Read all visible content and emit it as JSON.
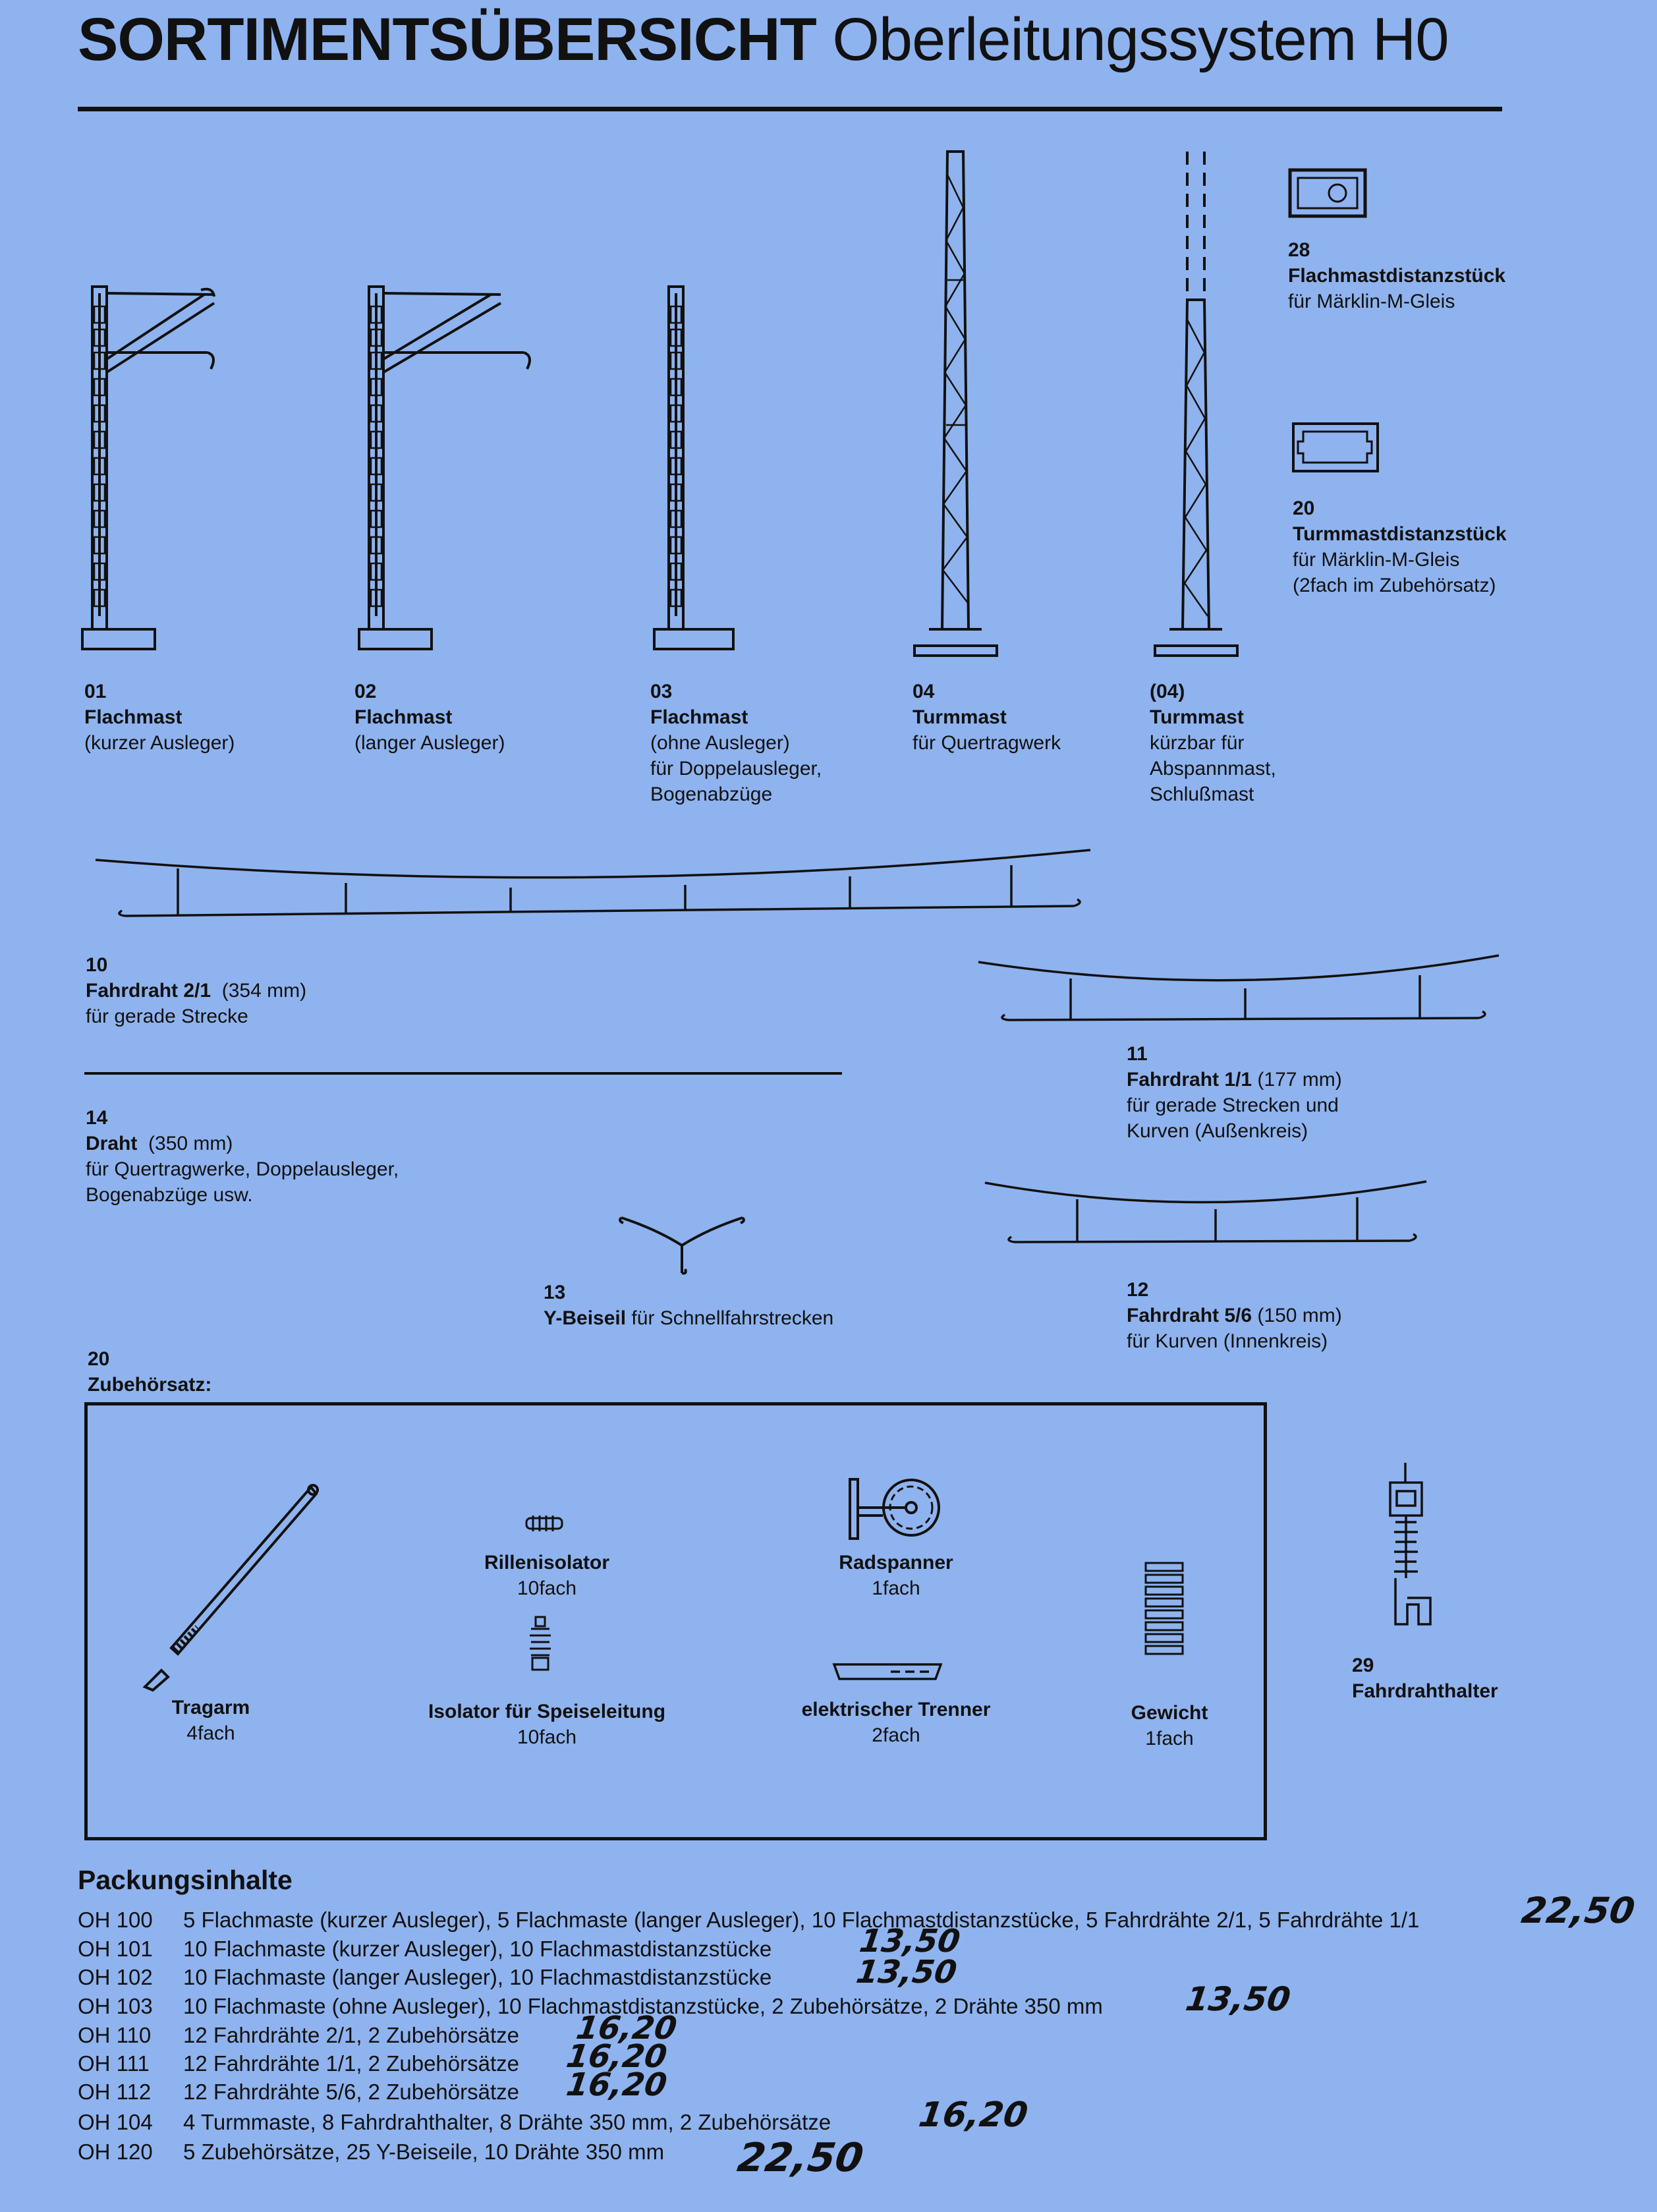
{
  "header": {
    "title_bold": "SORTIMENTSÜBERSICHT",
    "title_rest": "Oberleitungssystem H0"
  },
  "items": {
    "i01": {
      "num": "01",
      "name": "Flachmast",
      "desc": [
        "(kurzer Ausleger)"
      ]
    },
    "i02": {
      "num": "02",
      "name": "Flachmast",
      "desc": [
        "(langer Ausleger)"
      ]
    },
    "i03": {
      "num": "03",
      "name": "Flachmast",
      "desc": [
        "(ohne Ausleger)",
        "für Doppelausleger,",
        "Bogenabzüge"
      ]
    },
    "i04": {
      "num": "04",
      "name": "Turmmast",
      "desc": [
        "für Quertragwerk"
      ]
    },
    "i04b": {
      "num": "(04)",
      "name": "Turmmast",
      "desc": [
        "kürzbar für",
        "Abspannmast,",
        "Schlußmast"
      ]
    },
    "i28": {
      "num": "28",
      "name": "Flachmastdistanzstück",
      "desc": [
        "für Märklin-M-Gleis"
      ]
    },
    "i20": {
      "num": "20",
      "name": "Turmmastdistanzstück",
      "desc": [
        "für Märklin-M-Gleis",
        "(2fach im Zubehörsatz)"
      ]
    },
    "i10": {
      "num": "10",
      "name": "Fahrdraht 2/1",
      "extra": "(354 mm)",
      "desc": [
        "für gerade Strecke"
      ]
    },
    "i11": {
      "num": "11",
      "name": "Fahrdraht 1/1",
      "extra": "(177 mm)",
      "desc": [
        "für gerade Strecken und",
        "Kurven (Außenkreis)"
      ]
    },
    "i14": {
      "num": "14",
      "name": "Draht",
      "extra": "(350 mm)",
      "desc": [
        "für Quertragwerke, Doppelausleger,",
        "Bogenabzüge usw."
      ]
    },
    "i13": {
      "num": "13",
      "name": "Y-Beiseil",
      "extra": "für Schnellfahrstrecken"
    },
    "i12": {
      "num": "12",
      "name": "Fahrdraht 5/6",
      "extra": "(150 mm)",
      "desc": [
        "für Kurven (Innenkreis)"
      ]
    },
    "i20z": {
      "num": "20",
      "name": "Zubehörsatz:"
    },
    "i29": {
      "num": "29",
      "name": "Fahrdrahthalter"
    }
  },
  "accessories": {
    "tragarm": {
      "name": "Tragarm",
      "qty": "4fach"
    },
    "rillen": {
      "name": "Rillenisolator",
      "qty": "10fach"
    },
    "isolator": {
      "name": "Isolator für Speiseleitung",
      "qty": "10fach"
    },
    "radspanner": {
      "name": "Radspanner",
      "qty": "1fach"
    },
    "trenner": {
      "name": "elektrischer Trenner",
      "qty": "2fach"
    },
    "gewicht": {
      "name": "Gewicht",
      "qty": "1fach"
    }
  },
  "packages": {
    "title": "Packungsinhalte",
    "rows": [
      {
        "code": "OH 100",
        "text": "5 Flachmaste (kurzer Ausleger), 5 Flachmaste (langer Ausleger), 10 Flachmastdistanzstücke, 5 Fahrdrähte 2/1, 5 Fahrdrähte 1/1",
        "price": "22,50"
      },
      {
        "code": "OH 101",
        "text": "10 Flachmaste (kurzer Ausleger), 10 Flachmastdistanzstücke",
        "price": "13,50"
      },
      {
        "code": "OH 102",
        "text": "10 Flachmaste (langer Ausleger), 10 Flachmastdistanzstücke",
        "price": "13,50"
      },
      {
        "code": "OH 103",
        "text": "10 Flachmaste (ohne Ausleger), 10 Flachmastdistanzstücke, 2 Zubehörsätze, 2 Drähte 350 mm",
        "price": "13,50"
      },
      {
        "code": "OH 110",
        "text": "12 Fahrdrähte 2/1, 2 Zubehörsätze",
        "price": "16,20"
      },
      {
        "code": "OH 111",
        "text": "12 Fahrdrähte 1/1, 2 Zubehörsätze",
        "price": "16,20"
      },
      {
        "code": "OH 112",
        "text": "12 Fahrdrähte 5/6, 2 Zubehörsätze",
        "price": "16,20"
      },
      {
        "code": "OH 104",
        "text": "4 Turmmaste, 8 Fahrdrahthalter, 8 Drähte 350 mm, 2 Zubehörsätze",
        "price": "16,20"
      },
      {
        "code": "OH 120",
        "text": "5 Zubehörsätze, 25 Y-Beiseile, 10 Drähte 350 mm",
        "price": "22,50"
      }
    ]
  }
}
